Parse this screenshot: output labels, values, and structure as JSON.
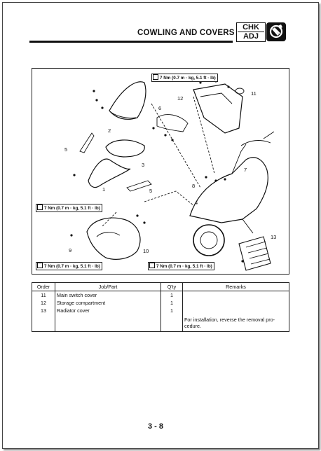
{
  "header": {
    "title": "COWLING AND COVERS",
    "chk": "CHK",
    "adj": "ADJ",
    "icon": "wrench-icon"
  },
  "diagram": {
    "torque_labels": [
      "7 Nm (0.7 m · kg, 5.1 ft · lb)",
      "7 Nm (0.7 m · kg, 5.1 ft · lb)",
      "7 Nm (0.7 m · kg, 5.1 ft · lb)",
      "7 Nm (0.7 m · kg, 5.1 ft · lb)"
    ],
    "callouts": [
      "1",
      "2",
      "3",
      "4",
      "5",
      "5",
      "6",
      "7",
      "8",
      "9",
      "10",
      "11",
      "12",
      "13"
    ]
  },
  "table": {
    "headers": [
      "Order",
      "Job/Part",
      "Q'ty",
      "Remarks"
    ],
    "rows": [
      {
        "order": "11",
        "part": "Main switch cover",
        "qty": "1",
        "remarks": ""
      },
      {
        "order": "12",
        "part": "Storage compartment",
        "qty": "1",
        "remarks": ""
      },
      {
        "order": "13",
        "part": "Radiator cover",
        "qty": "1",
        "remarks": ""
      }
    ],
    "note_line1": "For installation, reverse the removal pro-",
    "note_line2": "cedure."
  },
  "footer": {
    "page": "3 - 8"
  }
}
